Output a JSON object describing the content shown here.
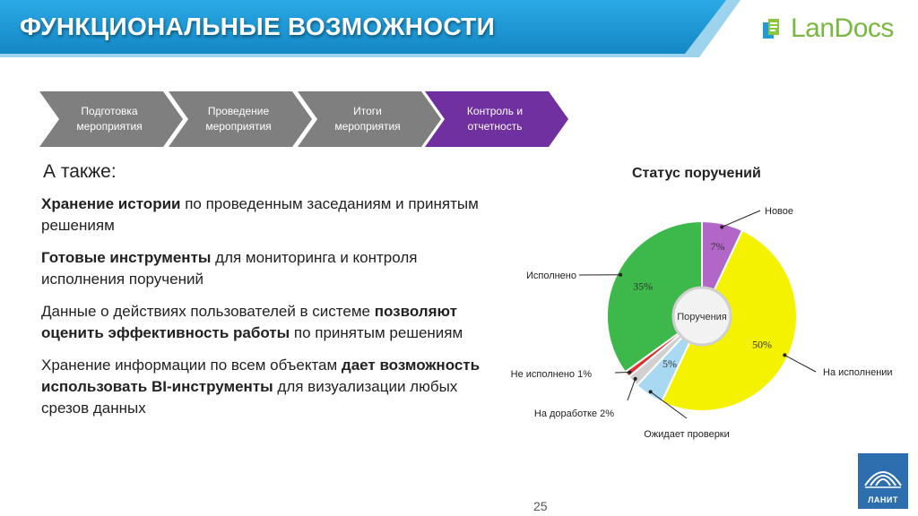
{
  "header": {
    "title": "ФУНКЦИОНАЛЬНЫЕ ВОЗМОЖНОСТИ",
    "logo_text": "LanDocs",
    "banner_color": "#1f9bd7"
  },
  "steps": [
    {
      "line1": "Подготовка",
      "line2": "мероприятия",
      "color": "#7f7f7f"
    },
    {
      "line1": "Проведение",
      "line2": "мероприятия",
      "color": "#7f7f7f"
    },
    {
      "line1": "Итоги",
      "line2": "мероприятия",
      "color": "#7f7f7f"
    },
    {
      "line1": "Контроль и",
      "line2": "отчетность",
      "color": "#7030a0"
    }
  ],
  "also_label": "А также:",
  "features": [
    {
      "bold": "Хранение истории",
      "rest": " по проведенным заседаниям и принятым решениям",
      "pre": "",
      "post": ""
    },
    {
      "bold": "Готовые инструменты",
      "rest": " для мониторинга и контроля исполнения поручений",
      "pre": "",
      "post": ""
    },
    {
      "pre": "Данные о действиях пользователей в системе ",
      "bold": "позволяют оценить эффективность работы",
      "rest": " по принятым решениям",
      "post": ""
    },
    {
      "pre": "Хранение информации по всем объектам ",
      "bold": "дает возможность использовать BI-инструменты",
      "rest": " для визуализации любых срезов данных",
      "post": ""
    }
  ],
  "chart_data": {
    "type": "pie",
    "title": "Статус поручений",
    "center_label": "Поручения",
    "slices": [
      {
        "name": "Новое",
        "value": 7,
        "label": "7%",
        "color": "#b266c8"
      },
      {
        "name": "На исполнении",
        "value": 50,
        "label": "50%",
        "color": "#f5f200"
      },
      {
        "name": "Ожидает проверки",
        "value": 5,
        "label": "5%",
        "color": "#a8d8f2"
      },
      {
        "name": "На доработке 2%",
        "value": 2,
        "label": "",
        "color": "#d0d0d0"
      },
      {
        "name": "Не исполнено 1%",
        "value": 1,
        "label": "",
        "color": "#e03030"
      },
      {
        "name": "Исполнено",
        "value": 35,
        "label": "35%",
        "color": "#3db84a"
      }
    ]
  },
  "footer": {
    "page_number": "25",
    "lanit_text": "ЛАНИТ"
  }
}
